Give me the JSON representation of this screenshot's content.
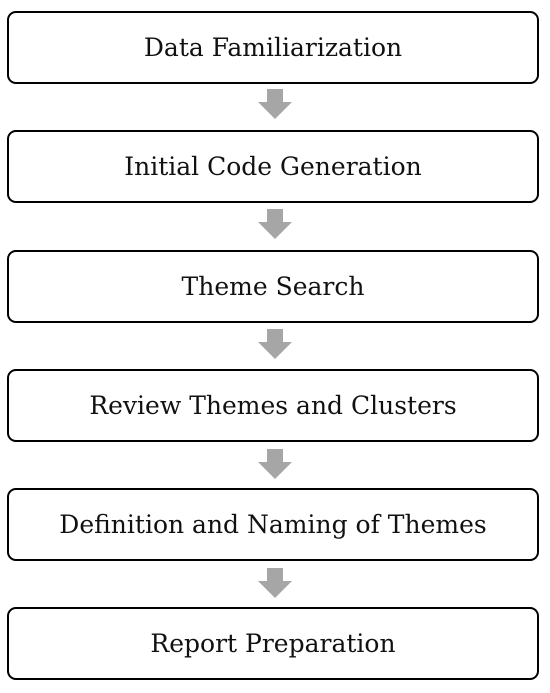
{
  "diagram": {
    "steps": [
      {
        "label": "Data Familiarization"
      },
      {
        "label": "Initial Code Generation"
      },
      {
        "label": "Theme Search"
      },
      {
        "label": "Review Themes and Clusters"
      },
      {
        "label": "Definition and Naming of Themes"
      },
      {
        "label": "Report Preparation"
      }
    ],
    "colors": {
      "box_border": "#000000",
      "box_fill": "#ffffff",
      "arrow": "#a6a6a6",
      "text": "#111111"
    }
  }
}
